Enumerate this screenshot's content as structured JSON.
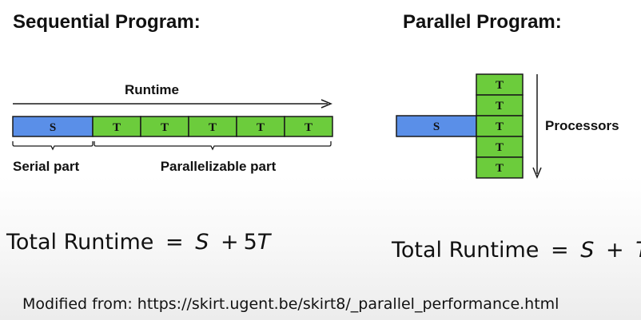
{
  "sequential": {
    "heading": "Sequential Program:",
    "runtime_label": "Runtime",
    "serial_block": "S",
    "parallel_blocks": [
      "T",
      "T",
      "T",
      "T",
      "T"
    ],
    "serial_part_label": "Serial part",
    "parallelizable_part_label": "Parallelizable part",
    "formula": {
      "lhs": "Total Runtime",
      "eq": "=",
      "s": "S",
      "plus": "+",
      "coef": "5",
      "t": "T"
    }
  },
  "parallel": {
    "heading": "Parallel Program:",
    "serial_block": "S",
    "parallel_blocks": [
      "T",
      "T",
      "T",
      "T",
      "T"
    ],
    "processors_label": "Processors",
    "formula": {
      "lhs": "Total Runtime",
      "eq": "=",
      "s": "S",
      "plus": "+",
      "t": "T"
    }
  },
  "footer": {
    "source": "Modified from: https://skirt.ugent.be/skirt8/_parallel_performance.html"
  },
  "colors": {
    "serial_fill": "#5a8fe8",
    "parallel_fill": "#6ccc3c",
    "outline": "#1a1a1a"
  }
}
